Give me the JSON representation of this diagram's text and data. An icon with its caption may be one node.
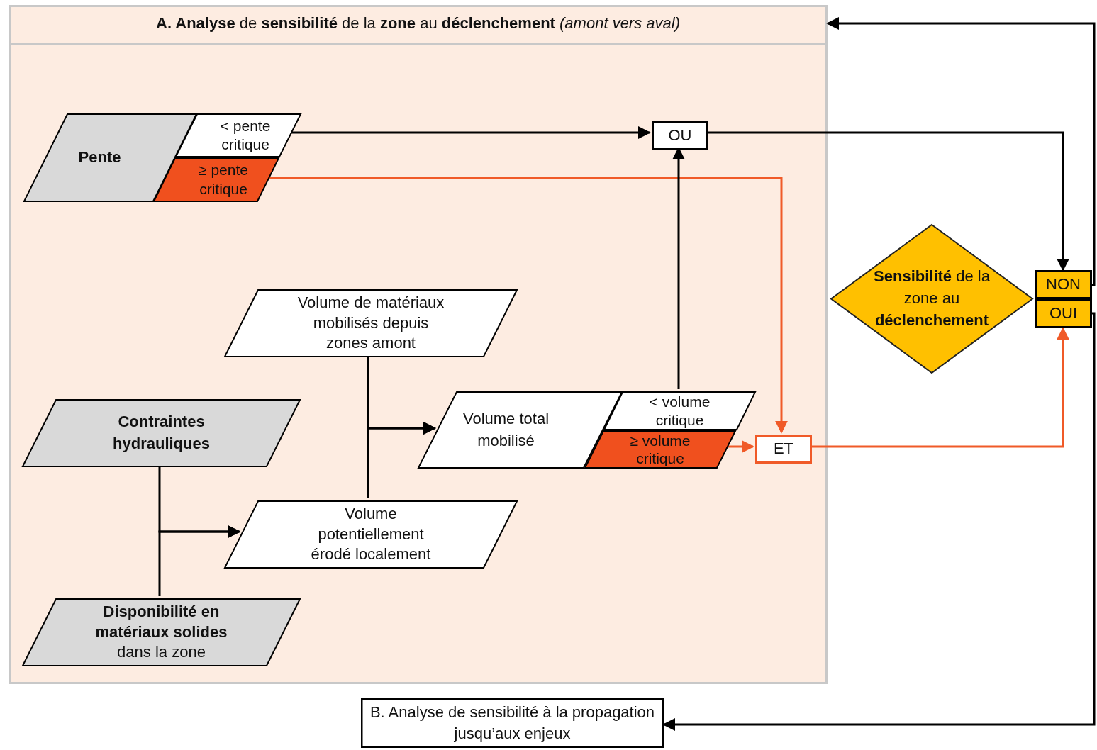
{
  "diagram": {
    "nodes": [
      {
        "text": [
          "**A. Analyse** de **sensibilité** de la **zone** au **déclenchement** *(amont vers aval)*"
        ]
      },
      {
        "text": [
          "Pente"
        ],
        "in": 0
      },
      {
        "text": [
          "< pente critique"
        ],
        "in": 0
      },
      {
        "text": [
          "≥ pente critique"
        ],
        "in": 0
      },
      {
        "text": [
          "OU"
        ],
        "in": 0
      },
      {
        "text": [
          "Volume de matériaux mobilisés depuis zones amont"
        ],
        "in": 0
      },
      {
        "text": [
          "Contraintes hydrauliques"
        ],
        "in": 0
      },
      {
        "text": [
          "Volume total mobilisé"
        ],
        "in": 0
      },
      {
        "text": [
          "< volume critique"
        ],
        "in": 0
      },
      {
        "text": [
          "≥ volume critique"
        ],
        "in": 0
      },
      {
        "text": [
          "ET"
        ],
        "in": 0
      },
      {
        "text": [
          "Volume potentiellement érodé localement"
        ],
        "in": 0
      },
      {
        "text": [
          "**Disponibilité en matériaux solides** dans la zone"
        ],
        "in": 0
      },
      {
        "text": [
          "**Sensibilité** de la zone au **déclenchement**"
        ]
      },
      {
        "text": [
          "NON"
        ]
      },
      {
        "text": [
          "OUI"
        ]
      },
      {
        "text": [
          "B. Analyse de sensibilité à la propagation jusqu’aux enjeux"
        ]
      }
    ],
    "edges": [
      {
        "from": 2,
        "to": 4,
        "arrow": "to"
      },
      {
        "from": 3,
        "to": 10,
        "arrow": "to",
        "color": "#f05a28"
      },
      {
        "from": 8,
        "to": 4,
        "arrow": "to"
      },
      {
        "from": 9,
        "to": 10,
        "arrow": "to",
        "color": "#f05a28"
      },
      {
        "from": 4,
        "to": 14,
        "arrow": "to"
      },
      {
        "from": 10,
        "to": 15,
        "arrow": "to",
        "color": "#f05a28"
      },
      {
        "from": 5,
        "to": 7,
        "arrow": "to"
      },
      {
        "from": 11,
        "to": 7,
        "arrow": "to"
      },
      {
        "from": 6,
        "to": 11,
        "arrow": "to"
      },
      {
        "from": 12,
        "to": 11,
        "arrow": "to"
      },
      {
        "from": 14,
        "to": 0,
        "arrow": "to"
      },
      {
        "from": 15,
        "to": 16,
        "arrow": "to"
      }
    ]
  }
}
